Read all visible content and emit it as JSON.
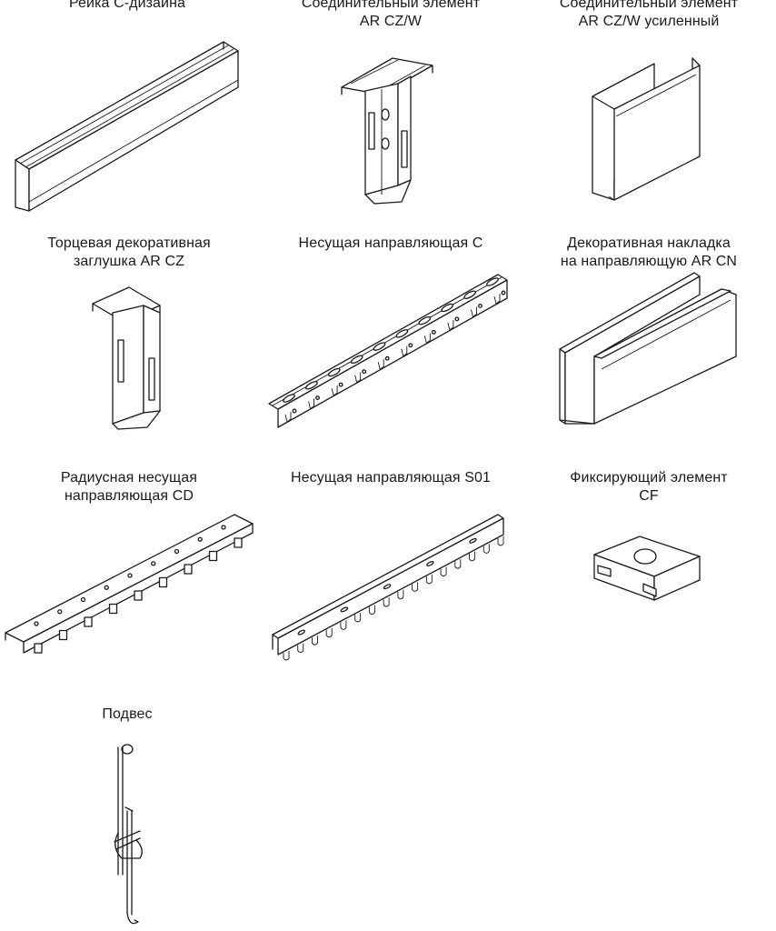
{
  "items": [
    {
      "line1": "Рейка С-дизайна",
      "line2": ""
    },
    {
      "line1": "Соединительный элемент",
      "line2": "AR CZ/W"
    },
    {
      "line1": "Соединительный элемент",
      "line2": "AR CZ/W усиленный"
    },
    {
      "line1": "Торцевая декоративная",
      "line2": "заглушка AR CZ"
    },
    {
      "line1": "Несущая направляющая С",
      "line2": ""
    },
    {
      "line1": "Декоративная накладка",
      "line2": "на направляющую AR CN"
    },
    {
      "line1": "Радиусная несущая",
      "line2": "направляющая CD"
    },
    {
      "line1": "Несущая направляющая S01",
      "line2": ""
    },
    {
      "line1": "Фиксирующий элемент",
      "line2": "CF"
    },
    {
      "line1": "Подвес",
      "line2": ""
    }
  ]
}
